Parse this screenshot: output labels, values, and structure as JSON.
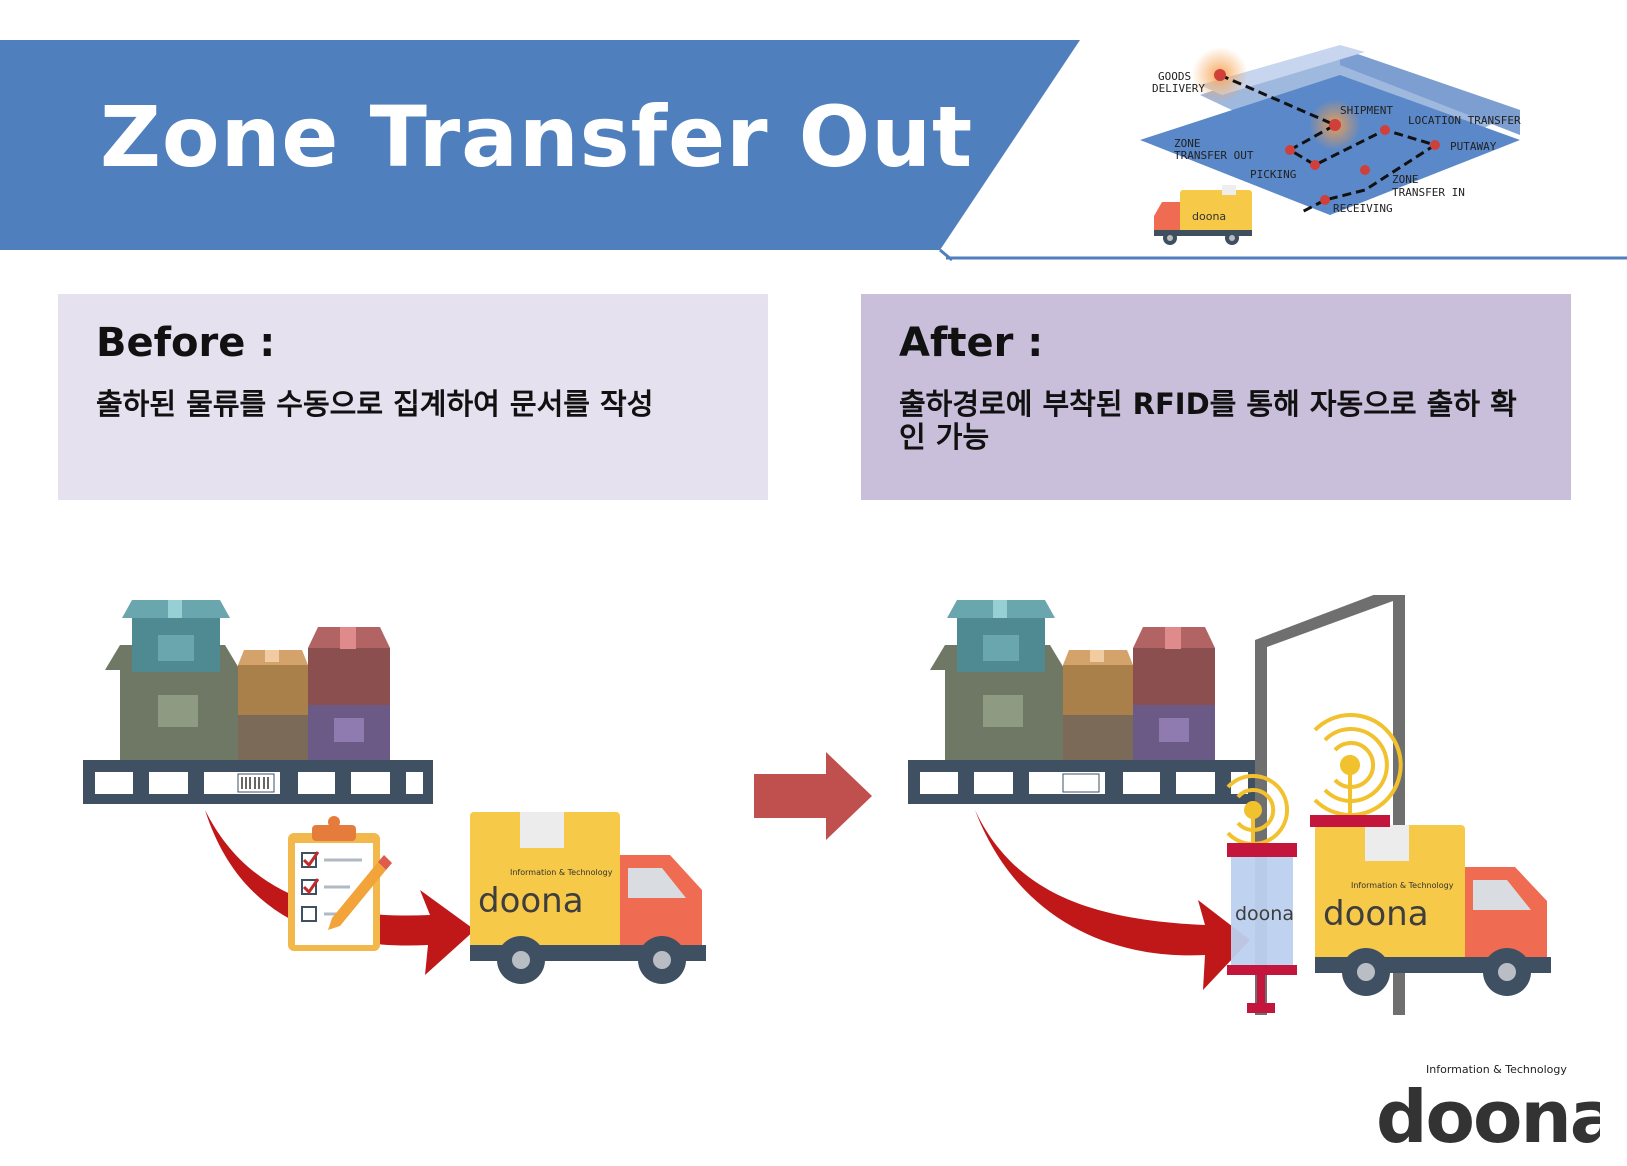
{
  "header": {
    "title": "Zone Transfer Out",
    "banner_color": "#4f7fbd"
  },
  "before": {
    "heading": "Before :",
    "text": "출하된 물류를 수동으로 집계하여 문서를 작성"
  },
  "after": {
    "heading": "After :",
    "text": "출하경로에 부착된 RFID를 통해 자동으로 출하 확인 가능"
  },
  "warehouse_map": {
    "labels": {
      "goods_delivery_1": "GOODS",
      "goods_delivery_2": "DELIVERY",
      "shipment": "SHIPMENT",
      "location_transfer": "LOCATION TRANSFER",
      "zone_transfer_out_1": "ZONE",
      "zone_transfer_out_2": "TRANSFER OUT",
      "putaway": "PUTAWAY",
      "picking": "PICKING",
      "zone_transfer_in_1": "ZONE",
      "zone_transfer_in_2": "TRANSFER IN",
      "receiving": "RECEIVING"
    }
  },
  "brand": {
    "tagline": "Information & Technology",
    "name": "doona"
  }
}
